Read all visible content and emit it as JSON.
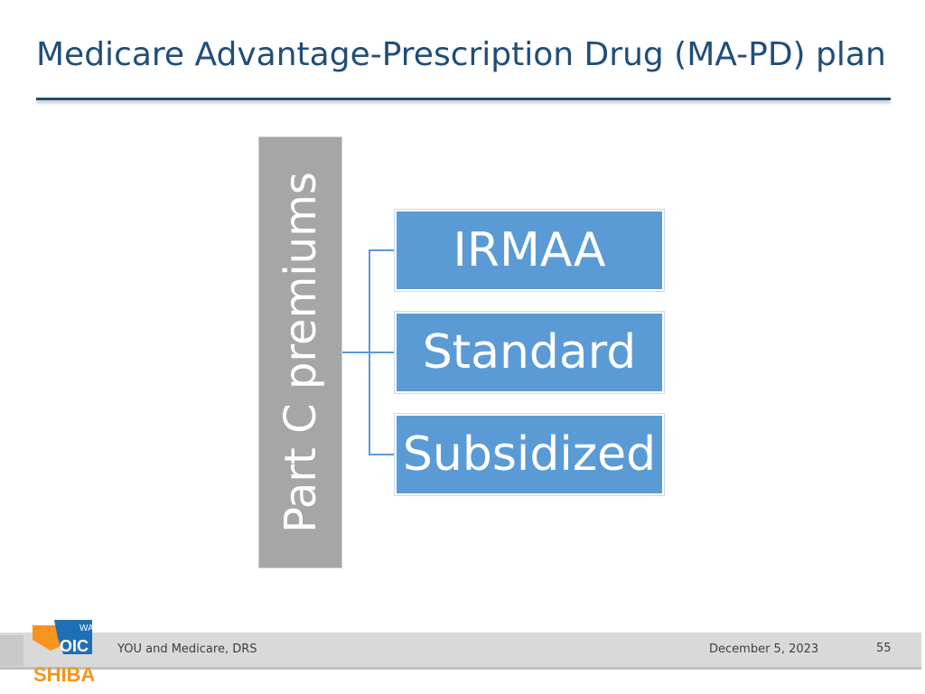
{
  "slide": {
    "title": "Medicare Advantage-Prescription Drug (MA-PD) plan",
    "page_number": "55"
  },
  "diagram": {
    "root": "Part C premiums",
    "children": [
      "IRMAA",
      "Standard",
      "Subsidized"
    ]
  },
  "footer": {
    "left_text": "YOU and Medicare, DRS",
    "date": "December 5, 2023"
  },
  "logo": {
    "top_text": "WA",
    "middle_text": "OIC",
    "bottom_text": "SHIBA"
  },
  "colors": {
    "title": "#1f4e79",
    "root_box": "#a6a6a6",
    "child_box": "#5b9bd5",
    "logo_orange": "#f7941d",
    "logo_blue": "#1f6fb5"
  }
}
